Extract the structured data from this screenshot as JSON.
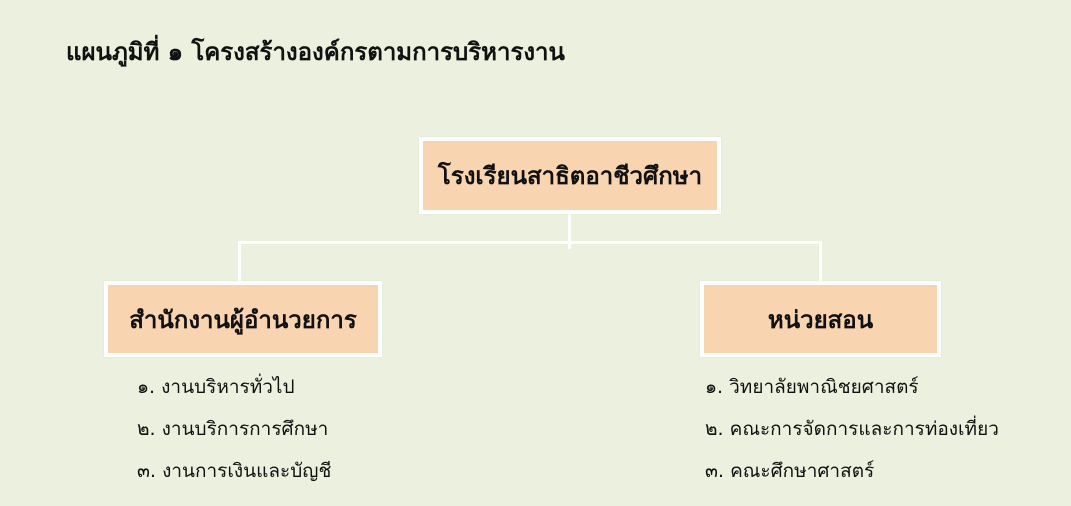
{
  "title": "แผนภูมิที่ ๑ โครงสร้างองค์กรตามการบริหารงาน",
  "root": {
    "label": "โรงเรียนสาธิตอาชีวศึกษา"
  },
  "branches": [
    {
      "label": "สำนักงานผู้อำนวยการ",
      "items": [
        "๑. งานบริหารทั่วไป",
        "๒. งานบริการการศึกษา",
        "๓. งานการเงินและบัญชี"
      ]
    },
    {
      "label": "หน่วยสอน",
      "items": [
        "๑. วิทยาลัยพาณิชยศาสตร์",
        "๒. คณะการจัดการและการท่องเที่ยว",
        "๓. คณะศึกษาศาสตร์"
      ]
    }
  ],
  "colors": {
    "background": "#ebf1de",
    "box": "#f9d4b0",
    "connector": "#ffffff"
  }
}
